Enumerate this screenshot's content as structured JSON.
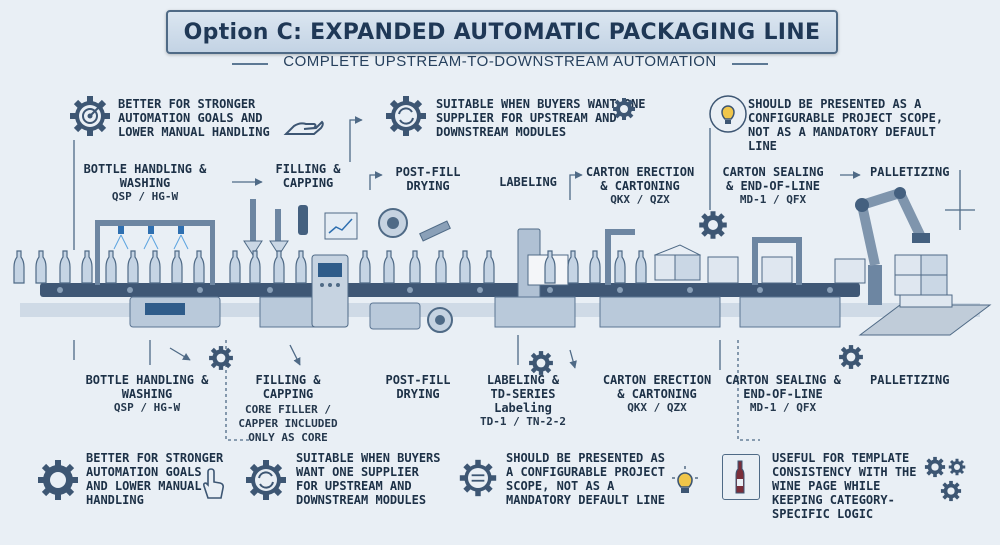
{
  "title": "Option C: EXPANDED AUTOMATIC PACKAGING LINE",
  "subtitle": "COMPLETE UPSTREAM-TO-DOWNSTREAM AUTOMATION",
  "top_notes": [
    {
      "text": "BETTER FOR STRONGER AUTOMATION GOALS AND LOWER MANUAL HANDLING",
      "icon": "target-gear-icon"
    },
    {
      "text": "SUITABLE WHEN BUYERS WANT ONE SUPPLIER FOR UPSTREAM AND DOWNSTREAM MODULES",
      "icon": "cycle-gear-icon"
    },
    {
      "text": "SHOULD BE PRESENTED AS A CONFIGURABLE PROJECT SCOPE, NOT AS A MANDATORY DEFAULT LINE",
      "icon": "lightbulb-icon"
    }
  ],
  "top_stages": [
    {
      "name": "BOTTLE HANDLING & WASHING",
      "model": "QSP / HG-W"
    },
    {
      "name": "FILLING & CAPPING",
      "model": ""
    },
    {
      "name": "POST-FILL DRYING",
      "model": ""
    },
    {
      "name": "LABELING",
      "model": ""
    },
    {
      "name": "CARTON ERECTION & CARTONING",
      "model": "QKX / QZX"
    },
    {
      "name": "CARTON SEALING & END-OF-LINE",
      "model": "MD-1 / QFX"
    },
    {
      "name": "PALLETIZING",
      "model": ""
    }
  ],
  "bottom_stages": [
    {
      "name": "BOTTLE HANDLING & WASHING",
      "model": "QSP / HG-W",
      "extra": ""
    },
    {
      "name": "FILLING & CAPPING",
      "model": "",
      "extra": "Core Filler / Capper included only as core"
    },
    {
      "name": "POST-FILL DRYING",
      "model": "",
      "extra": ""
    },
    {
      "name": "LABELING &",
      "name2": "TD-SERIES Labeling",
      "model": "TD-1 / TN-2-2",
      "extra": ""
    },
    {
      "name": "CARTON ERECTION & CARTONING",
      "model": "QKX / QZX",
      "extra": ""
    },
    {
      "name": "CARTON SEALING & END-OF-LINE",
      "model": "MD-1 / QFX",
      "extra": ""
    },
    {
      "name": "PALLETIZING",
      "model": "",
      "extra": ""
    }
  ],
  "bottom_notes": [
    {
      "text": "BETTER FOR STRONGER AUTOMATION GOALS AND LOWER MANUAL HANDLING",
      "icon": "gear-hand-icon"
    },
    {
      "text": "SUITABLE WHEN BUYERS WANT ONE SUPPLIER FOR UPSTREAM AND DOWNSTREAM MODULES",
      "icon": "cycle-gear-icon"
    },
    {
      "text": "SHOULD BE PRESENTED AS A CONFIGURABLE PROJECT SCOPE, NOT AS A MANDATORY DEFAULT LINE",
      "icon": "lightbulb-icon"
    },
    {
      "text": "USEFUL FOR TEMPLATE CONSISTENCY WITH THE WINE PAGE WHILE KEEPING CATEGORY-SPECIFIC LOGIC",
      "icon": "wine-bottle-icon"
    }
  ],
  "colors": {
    "accent": "#1f3856",
    "line": "#4f6a86",
    "background": "#e9eff5",
    "machine": "#b9c9da"
  }
}
